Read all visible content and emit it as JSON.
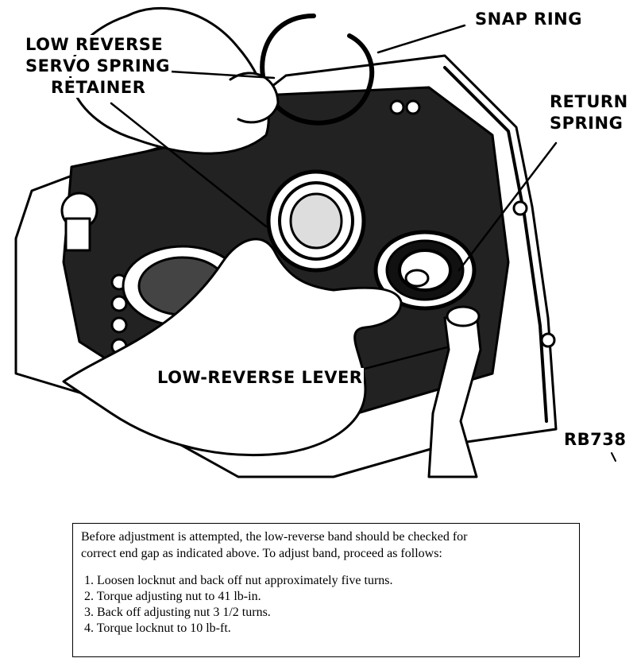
{
  "callouts": {
    "snap_ring": "SNAP RING",
    "spring_retainer_line1": "LOW REVERSE",
    "spring_retainer_line2": "SERVO SPRING",
    "spring_retainer_line3": "RETAINER",
    "return_spring_line1": "RETURN",
    "return_spring_line2": "SPRING",
    "lever": "LOW-REVERSE LEVER",
    "figure_code": "RB738"
  },
  "notes": {
    "intro_line1": "Before adjustment is attempted, the low-reverse band should be checked for",
    "intro_line2": "correct end gap as indicated above. To adjust band, proceed as follows:",
    "steps": [
      "1. Loosen locknut and back off nut approximately five turns.",
      "2. Torque adjusting nut to 41 lb-in.",
      "3. Back off adjusting nut 3 1/2 turns.",
      "4. Torque locknut to 10 lb-ft."
    ]
  }
}
